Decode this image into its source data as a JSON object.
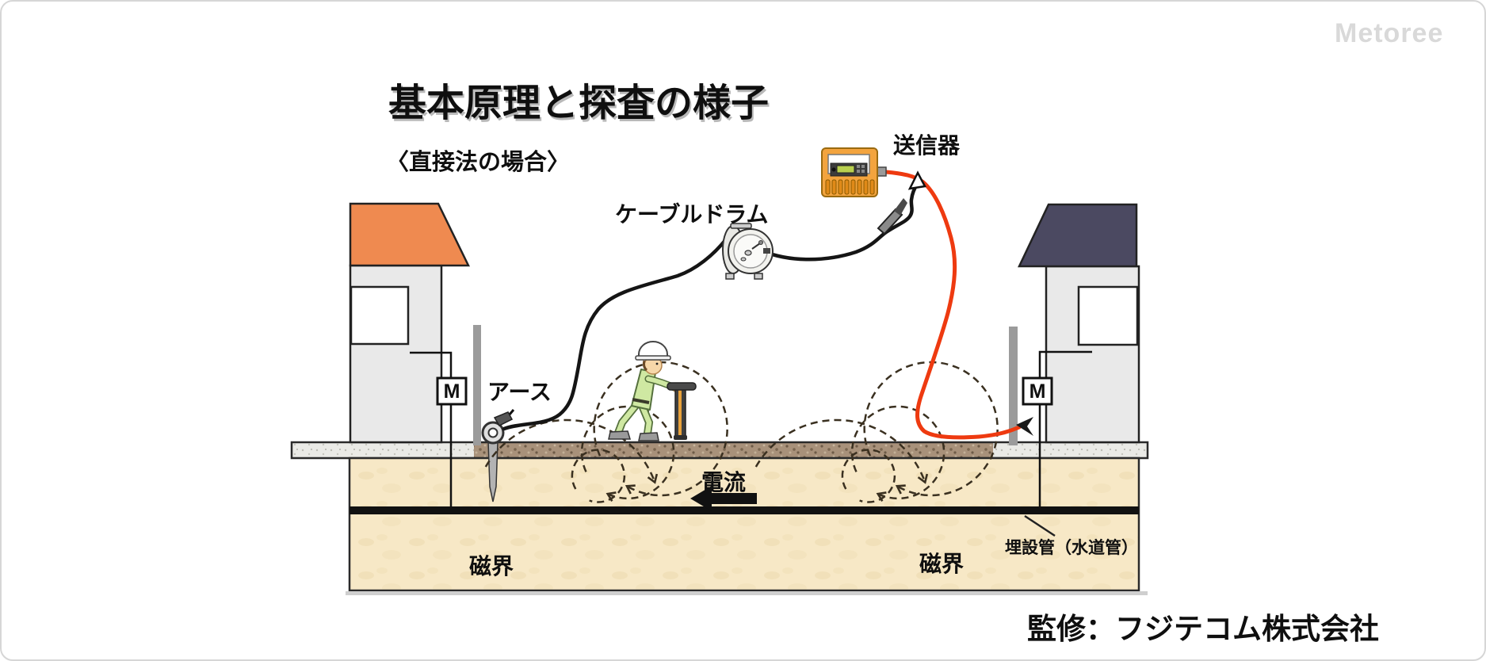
{
  "watermark": "Metoree",
  "credit": "監修：フジテコム株式会社",
  "title": "基本原理と探査の様子",
  "subtitle": "〈直接法の場合〉",
  "labels": {
    "transmitter": "送信器",
    "cable_drum": "ケーブルドラム",
    "earth": "アース",
    "current": "電流",
    "magnetic_field_left": "磁界",
    "magnetic_field_right": "磁界",
    "buried_pipe": "埋設管（水道管）",
    "meter_left": "M",
    "meter_right": "M"
  },
  "colors": {
    "left_house_roof": "#ef8a50",
    "right_house_roof": "#4b4961",
    "house_body": "#e9e9e9",
    "window_white": "#ffffff",
    "transmitter_body": "#f3a43e",
    "signal_cable_red": "#ee3a10",
    "ground_cable_black": "#151515",
    "soil": "#f7e8c6",
    "gravel_road": "#a8917a",
    "sidewalk": "#eaeae6",
    "buried_pipe_black": "#111111",
    "worker_uniform": "#cfe8a2",
    "pole_gray": "#9b9b9b",
    "watermark_gray": "#d9d9d9"
  }
}
